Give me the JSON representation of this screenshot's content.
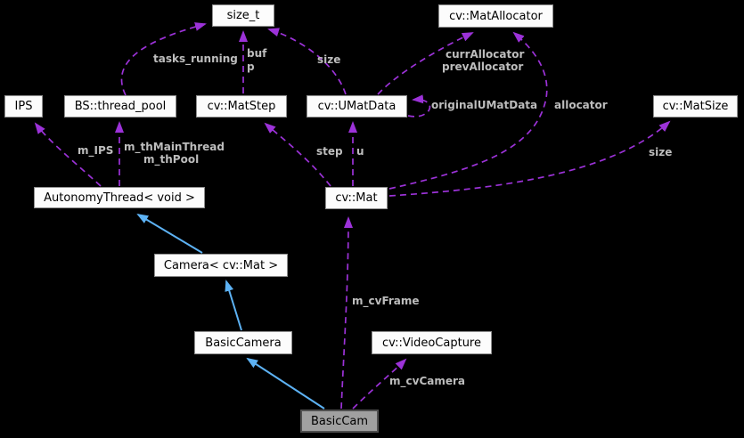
{
  "diagram": {
    "type": "collaboration-graph",
    "focus_node": "BasicCam",
    "nodes": {
      "size_t": "size_t",
      "mat_allocator": "cv::MatAllocator",
      "ips": "IPS",
      "thread_pool": "BS::thread_pool",
      "mat_step": "cv::MatStep",
      "umat_data": "cv::UMatData",
      "mat_size": "cv::MatSize",
      "autonomy_thread": "AutonomyThread< void >",
      "mat": "cv::Mat",
      "camera": "Camera< cv::Mat >",
      "basic_camera": "BasicCamera",
      "video_capture": "cv::VideoCapture",
      "basic_cam": "BasicCam"
    },
    "edge_labels": {
      "tasks_running": "tasks_running",
      "buf": "buf",
      "p": "p",
      "size_top": "size",
      "curr_allocator": "currAllocator",
      "prev_allocator": "prevAllocator",
      "original_umat_data": "originalUMatData",
      "allocator": "allocator",
      "m_ips": "m_IPS",
      "m_th_main_thread": "m_thMainThread",
      "m_th_pool": "m_thPool",
      "step": "step",
      "u": "u",
      "size_right": "size",
      "m_cv_frame": "m_cvFrame",
      "m_cv_camera": "m_cvCamera"
    },
    "colors": {
      "background": "#000000",
      "node_fill": "#fcfcfc",
      "node_border": "#8f8f8f",
      "node_text": "#000000",
      "focus_fill": "#a0a0a0",
      "focus_border": "#4f4f4f",
      "usage_edge": "#9c32d8",
      "inheritance_edge": "#5db2f4",
      "edge_label_text": "#bdbdbd"
    }
  }
}
